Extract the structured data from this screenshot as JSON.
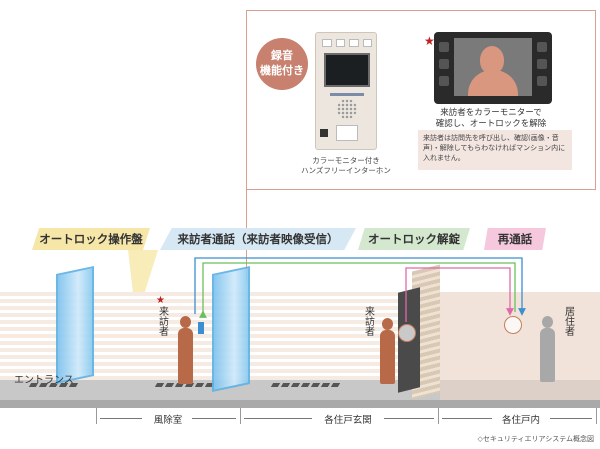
{
  "callout": {
    "rec_badge_line1": "録音",
    "rec_badge_line2": "機能付き",
    "intercom_caption_line1": "カラーモニター付き",
    "intercom_caption_line2": "ハンズフリーインターホン",
    "monitor_caption_line1": "来訪者をカラーモニターで",
    "monitor_caption_line2": "確認し、オートロックを解除",
    "note": "来訪者は訪問先を呼び出し、確認(画像・音声)・解除してもらわなければマンション内に入れません。",
    "star": "★"
  },
  "tabs": {
    "autolock_panel": "オートロック操作盤",
    "visitor_call": "来訪者通話（来訪者映像受信）",
    "autolock_unlock": "オートロック解錠",
    "recall": "再通話"
  },
  "scene": {
    "entrance": "エントランス",
    "visitor_label_1": "来訪者",
    "visitor_label_2": "来訪者",
    "resident_label": "居住者",
    "star": "★"
  },
  "zones": {
    "vestibule": "風除室",
    "unit_entrance": "各住戸玄関",
    "unit_interior": "各住戸内"
  },
  "footnote": "◇セキュリティエリアシステム概念図",
  "colors": {
    "accent_badge": "#c8806f",
    "tab_yellow": "#f6e7a8",
    "tab_blue": "#d6e8f4",
    "tab_green": "#d3e8cf",
    "tab_pink": "#f5c8dd",
    "glass": "#7fc3ee",
    "visitor": "#b86a48",
    "resident": "#a8a8a8",
    "star_red": "#c02020"
  }
}
